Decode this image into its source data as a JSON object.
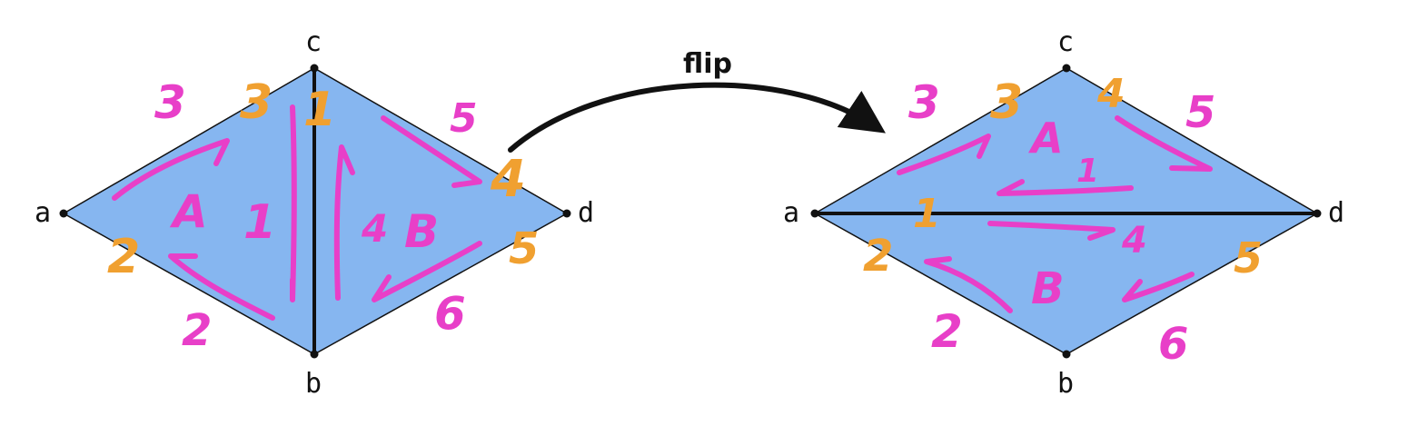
{
  "colors": {
    "fill": "#86b6f0",
    "edge": "#111111",
    "magenta": "#e83fc8",
    "orange": "#f0a030"
  },
  "flip_label": "flip",
  "left": {
    "vertices": {
      "a": "a",
      "b": "b",
      "c": "c",
      "d": "d"
    },
    "triangle_a": "A",
    "triangle_b": "B",
    "numbers": {
      "n1": "1",
      "n2": "2",
      "n3": "3",
      "n4": "4",
      "n5": "5",
      "n6": "6"
    }
  },
  "right": {
    "vertices": {
      "a": "a",
      "b": "b",
      "c": "c",
      "d": "d"
    },
    "triangle_a": "A",
    "triangle_b": "B",
    "numbers": {
      "n1": "1",
      "n2": "2",
      "n3": "3",
      "n4": "4",
      "n5": "5",
      "n6": "6"
    }
  }
}
